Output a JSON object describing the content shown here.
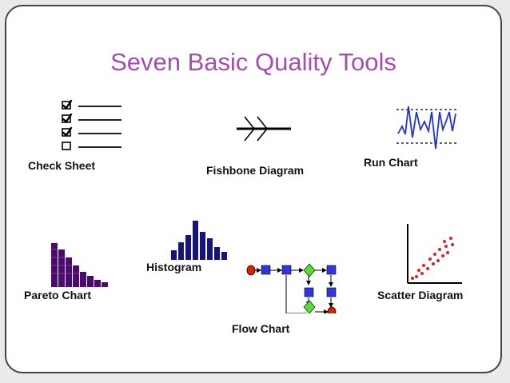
{
  "slide": {
    "title": "Seven Basic Quality Tools"
  },
  "tools": {
    "check_sheet": {
      "label": "Check Sheet",
      "icon": "check-sheet-icon"
    },
    "fishbone_diagram": {
      "label": "Fishbone Diagram",
      "icon": "fishbone-diagram-icon"
    },
    "run_chart": {
      "label": "Run Chart",
      "icon": "run-chart-icon"
    },
    "pareto_chart": {
      "label": "Pareto Chart",
      "icon": "pareto-chart-icon"
    },
    "histogram": {
      "label": "Histogram",
      "icon": "histogram-icon"
    },
    "flow_chart": {
      "label": "Flow Chart",
      "icon": "flow-chart-icon"
    },
    "scatter_diagram": {
      "label": "Scatter Diagram",
      "icon": "scatter-diagram-icon"
    }
  },
  "colors": {
    "title": "#a44db0",
    "pareto_bars": "#4b0a6e",
    "histogram_bars": "#14147a",
    "run_chart_line": "#2233dd",
    "flow_box": "#2d36e0",
    "flow_diamond": "#55dd33",
    "flow_terminal": "#dd2200",
    "scatter_points": "#dd2222",
    "border": "#444444"
  }
}
